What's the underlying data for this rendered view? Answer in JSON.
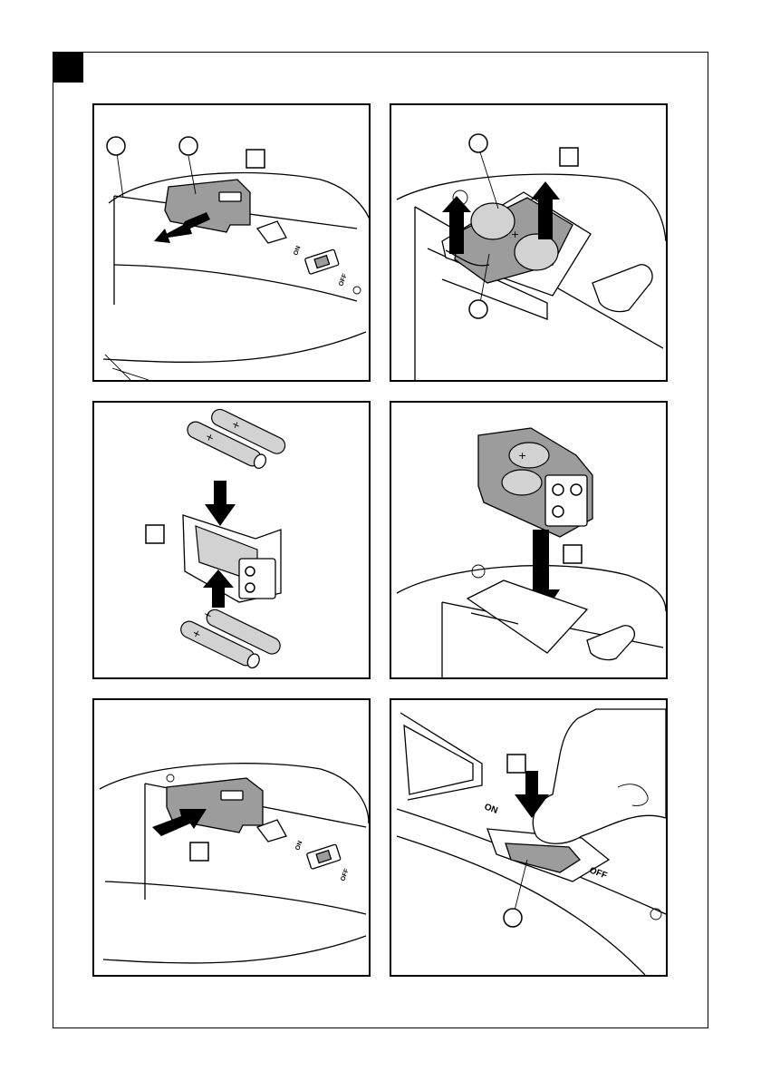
{
  "switch_labels": {
    "on": "ON",
    "off": "OFF"
  },
  "battery_polarity": "+",
  "colors": {
    "line": "#000000",
    "battery_fill": "#9c9c9c",
    "cover_fill": "#9c9c9c",
    "background": "#ffffff"
  },
  "icons": [
    "corner-tab",
    "push-arrow",
    "lift-arrow",
    "insert-arrow",
    "press-arrow",
    "finger-icon"
  ]
}
